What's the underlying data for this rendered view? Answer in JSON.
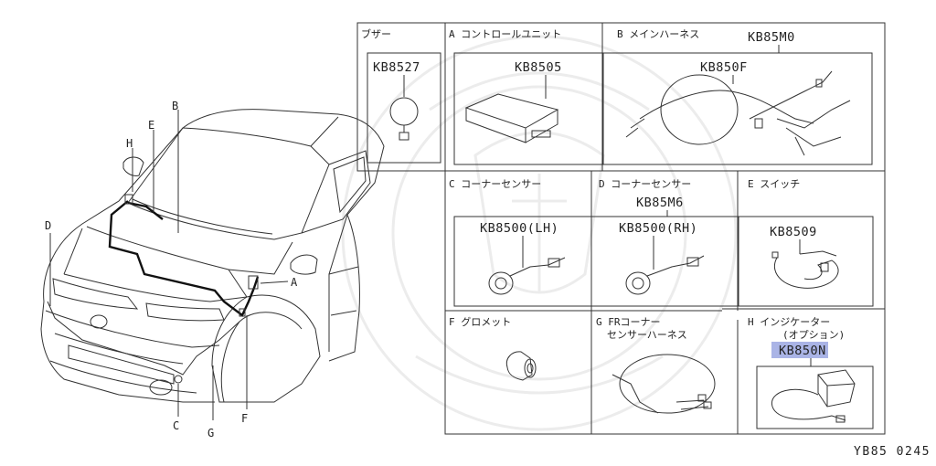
{
  "watermark_color": "#ececec",
  "highlight_color": "#aab4e6",
  "panels": {
    "buzzer": {
      "title": "ブザー",
      "part": "KB8527"
    },
    "control_unit": {
      "title": "A コントロールユニット",
      "part": "KB8505"
    },
    "main_harness": {
      "title": "B メインハーネス",
      "part_top": "KB85M0",
      "part": "KB850F"
    },
    "corner_sensor_c": {
      "title": "C コーナーセンサー",
      "part": "KB8500(LH)"
    },
    "corner_sensor_d": {
      "title": "D コーナーセンサー",
      "part_top": "KB85M6",
      "part": "KB8500(RH)"
    },
    "switch": {
      "title": "E スイッチ",
      "part": "KB8509"
    },
    "grommet": {
      "title": "F グロメット"
    },
    "fr_corner_harness": {
      "title_line1": "G FRコーナー",
      "title_line2": "センサーハーネス"
    },
    "indicator": {
      "title_line1": "H インジケーター",
      "title_line2": "(オプション)",
      "part": "KB850N"
    }
  },
  "car_labels": {
    "a": "A",
    "b": "B",
    "c": "C",
    "d": "D",
    "e": "E",
    "f": "F",
    "g": "G",
    "h": "H"
  },
  "diagram_code": "YB85 0245"
}
